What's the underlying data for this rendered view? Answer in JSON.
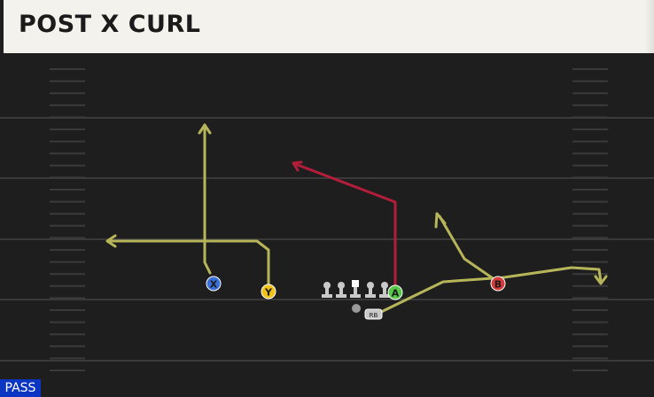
{
  "play": {
    "title": "POST X CURL",
    "formation_badge": "PASS"
  },
  "players": [
    {
      "id": "X",
      "label": "X",
      "color": "#3a6fd8"
    },
    {
      "id": "Y",
      "label": "Y",
      "color": "#f0c21b"
    },
    {
      "id": "A",
      "label": "A",
      "color": "#57c84a"
    },
    {
      "id": "B",
      "label": "B",
      "color": "#d63b3b"
    },
    {
      "id": "RB",
      "label": "RB",
      "color": "#c8c8c8"
    }
  ],
  "colors": {
    "field": "#1e1e1e",
    "yard_line": "#3a3a3a",
    "route_primary": "#b7b55a",
    "route_hot": "#b21e3a",
    "header_bg": "#f3f2ed",
    "badge_bg": "#0b36c4"
  },
  "icons": [
    "lineman-icon",
    "center-lineman-icon",
    "quarterback-dot-icon",
    "route-arrow-icon"
  ]
}
